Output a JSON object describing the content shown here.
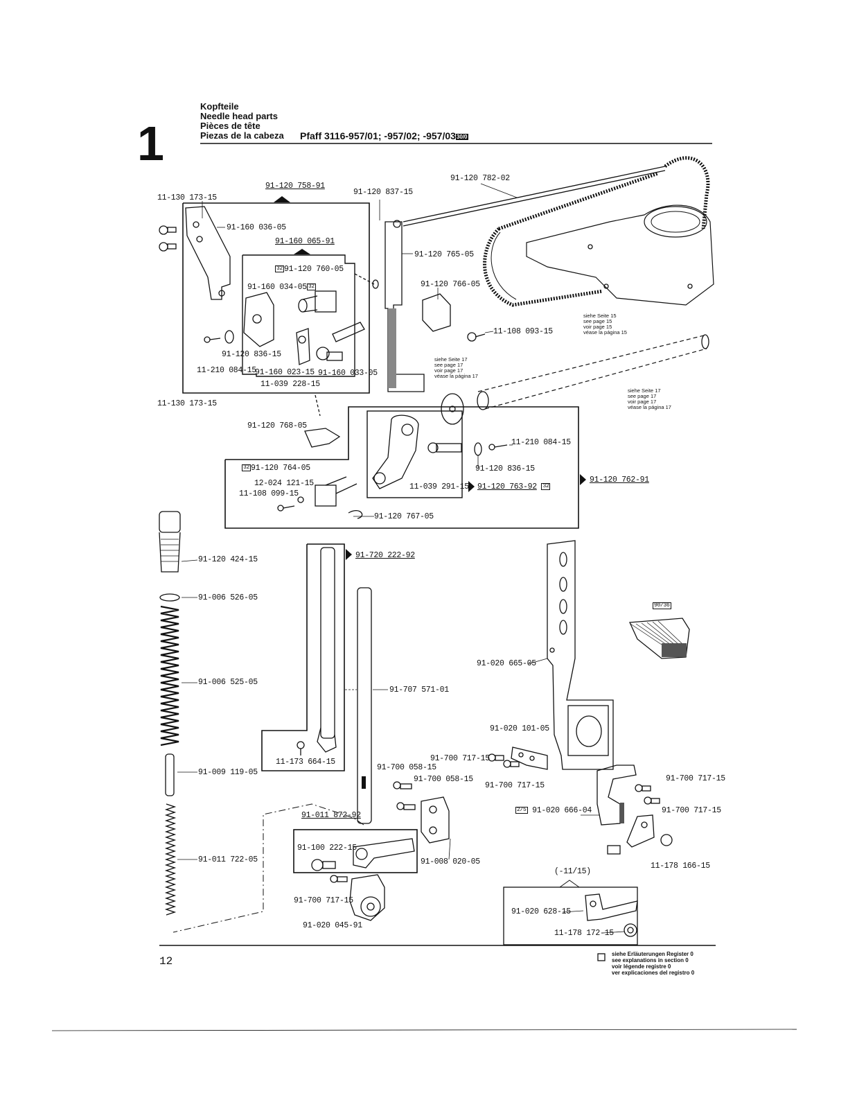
{
  "section_number": "1",
  "header": {
    "line1": "Kopfteile",
    "line2": "Needle head parts",
    "line3": "Pièces de tête",
    "line4": "Piezas de la cabeza",
    "model": "Pfaff 3116-957/01; -957/02; -957/03",
    "model_badge": "30/0"
  },
  "labels": {
    "p_91_120_758_91": "91-120 758-91",
    "p_91_120_837_15": "91-120 837-15",
    "p_91_120_782_02": "91-120 782-02",
    "p_11_130_173_15_top": "11-130 173-15",
    "p_91_160_036_05": "91-160 036-05",
    "p_91_160_065_91": "91-160 065-91",
    "p_91_120_760_05": "91-120 760-05",
    "p_91_160_034_05": "91-160 034-05",
    "p_91_120_765_05": "91-120 765-05",
    "p_91_120_766_05": "91-120 766-05",
    "p_11_108_093_15": "11-108 093-15",
    "p_91_120_836_15_a": "91-120 836-15",
    "p_11_210_084_15_a": "11-210 084-15",
    "p_91_160_023_15": "91-160 023-15",
    "p_91_160_033_05": "91-160 033-05",
    "p_11_039_228_15": "11-039 228-15",
    "p_11_130_173_15_bot": "11-130 173-15",
    "p_91_120_768_05": "91-120 768-05",
    "p_11_210_084_15_b": "11-210 084-15",
    "p_91_120_836_15_b": "91-120 836-15",
    "p_91_120_764_05": "91-120 764-05",
    "p_12_024_121_15": "12-024 121-15",
    "p_11_108_099_15": "11-108 099-15",
    "p_11_039_291_15": "11-039 291-15",
    "p_91_120_763_92": "91-120 763-92",
    "p_91_120_762_91": "91-120 762-91",
    "p_91_120_767_05": "91-120 767-05",
    "p_91_120_424_15": "91-120 424-15",
    "p_91_006_526_05": "91-006 526-05",
    "p_91_006_525_05": "91-006 525-05",
    "p_91_009_119_05": "91-009 119-05",
    "p_91_011_722_05": "91-011 722-05",
    "p_91_720_222_92": "91-720 222-92",
    "p_91_707_571_01": "91-707 571-01",
    "p_11_173_664_15": "11-173 664-15",
    "p_91_700_058_15_a": "91-700 058-15",
    "p_91_700_058_15_b": "91-700 058-15",
    "p_91_011_872_92": "91-011 872-92",
    "p_91_100_222_15": "91-100 222-15",
    "p_91_008_020_05": "91-008 020-05",
    "p_91_700_717_15_a": "91-700 717-15",
    "p_91_020_045_91": "91-020 045-91",
    "p_91_020_665_05": "91-020 665-05",
    "p_91_020_101_05": "91-020 101-05",
    "p_91_700_717_15_b": "91-700 717-15",
    "p_91_700_717_15_c": "91-700 717-15",
    "p_91_700_717_15_d": "91-700 717-15",
    "p_91_700_717_15_e": "91-700 717-15",
    "p_91_020_666_04": "91-020 666-04",
    "p_11_178_166_15": "11-178 166-15",
    "p_minus_11_15": "(-11/15)",
    "p_91_020_628_15": "91-020 628-15",
    "p_11_178_172_15": "11-178 172-15"
  },
  "badges": {
    "b32": "32",
    "b90_36": "90/36",
    "b2_5": "2/5"
  },
  "see_page_15": [
    "siehe Seite 15",
    "see page 15",
    "voir page 15",
    "véase la página 15"
  ],
  "see_page_17_a": [
    "siehe Seite 17",
    "see page 17",
    "voir page 17",
    "véase la página 17"
  ],
  "see_page_17_b": [
    "siehe Seite 17",
    "see page 17",
    "voir page 17",
    "véase la página 17"
  ],
  "footer": {
    "page_number": "12",
    "legend": [
      "siehe Erläuterungen Register 0",
      "see explanations in section 0",
      "voir légende registre 0",
      "ver explicaciones del registro 0"
    ]
  }
}
